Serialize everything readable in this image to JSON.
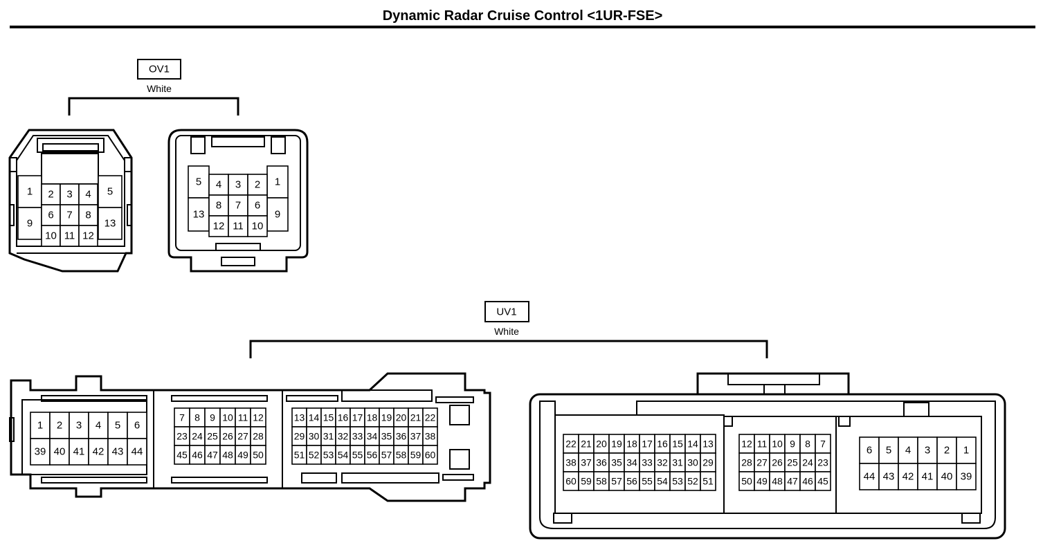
{
  "title": "Dynamic Radar Cruise Control <1UR-FSE>",
  "connectors": {
    "ov1": {
      "code": "OV1",
      "color": "White"
    },
    "uv1": {
      "code": "UV1",
      "color": "White"
    }
  },
  "pins": {
    "ov1_left": [
      [
        "1",
        "2",
        "3",
        "4",
        "5"
      ],
      [
        "9",
        "6",
        "7",
        "8",
        "13"
      ],
      [
        "10",
        "11",
        "12"
      ]
    ],
    "ov1_right": [
      [
        "5",
        "4",
        "3",
        "2",
        "1"
      ],
      [
        "13",
        "8",
        "7",
        "6",
        "9"
      ],
      [
        "12",
        "11",
        "10"
      ]
    ],
    "uv1_left_a": [
      [
        "1",
        "2",
        "3",
        "4",
        "5",
        "6"
      ],
      [
        "39",
        "40",
        "41",
        "42",
        "43",
        "44"
      ]
    ],
    "uv1_left_b": [
      [
        "7",
        "8",
        "9",
        "10",
        "11",
        "12"
      ],
      [
        "23",
        "24",
        "25",
        "26",
        "27",
        "28"
      ],
      [
        "45",
        "46",
        "47",
        "48",
        "49",
        "50"
      ]
    ],
    "uv1_left_c": [
      [
        "13",
        "14",
        "15",
        "16",
        "17",
        "18",
        "19",
        "20",
        "21",
        "22"
      ],
      [
        "29",
        "30",
        "31",
        "32",
        "33",
        "34",
        "35",
        "36",
        "37",
        "38"
      ],
      [
        "51",
        "52",
        "53",
        "54",
        "55",
        "56",
        "57",
        "58",
        "59",
        "60"
      ]
    ],
    "uv1_right_a": [
      [
        "22",
        "21",
        "20",
        "19",
        "18",
        "17",
        "16",
        "15",
        "14",
        "13"
      ],
      [
        "38",
        "37",
        "36",
        "35",
        "34",
        "33",
        "32",
        "31",
        "30",
        "29"
      ],
      [
        "60",
        "59",
        "58",
        "57",
        "56",
        "55",
        "54",
        "53",
        "52",
        "51"
      ]
    ],
    "uv1_right_b": [
      [
        "12",
        "11",
        "10",
        "9",
        "8",
        "7"
      ],
      [
        "28",
        "27",
        "26",
        "25",
        "24",
        "23"
      ],
      [
        "50",
        "49",
        "48",
        "47",
        "46",
        "45"
      ]
    ],
    "uv1_right_c": [
      [
        "6",
        "5",
        "4",
        "3",
        "2",
        "1"
      ],
      [
        "44",
        "43",
        "42",
        "41",
        "40",
        "39"
      ]
    ]
  }
}
